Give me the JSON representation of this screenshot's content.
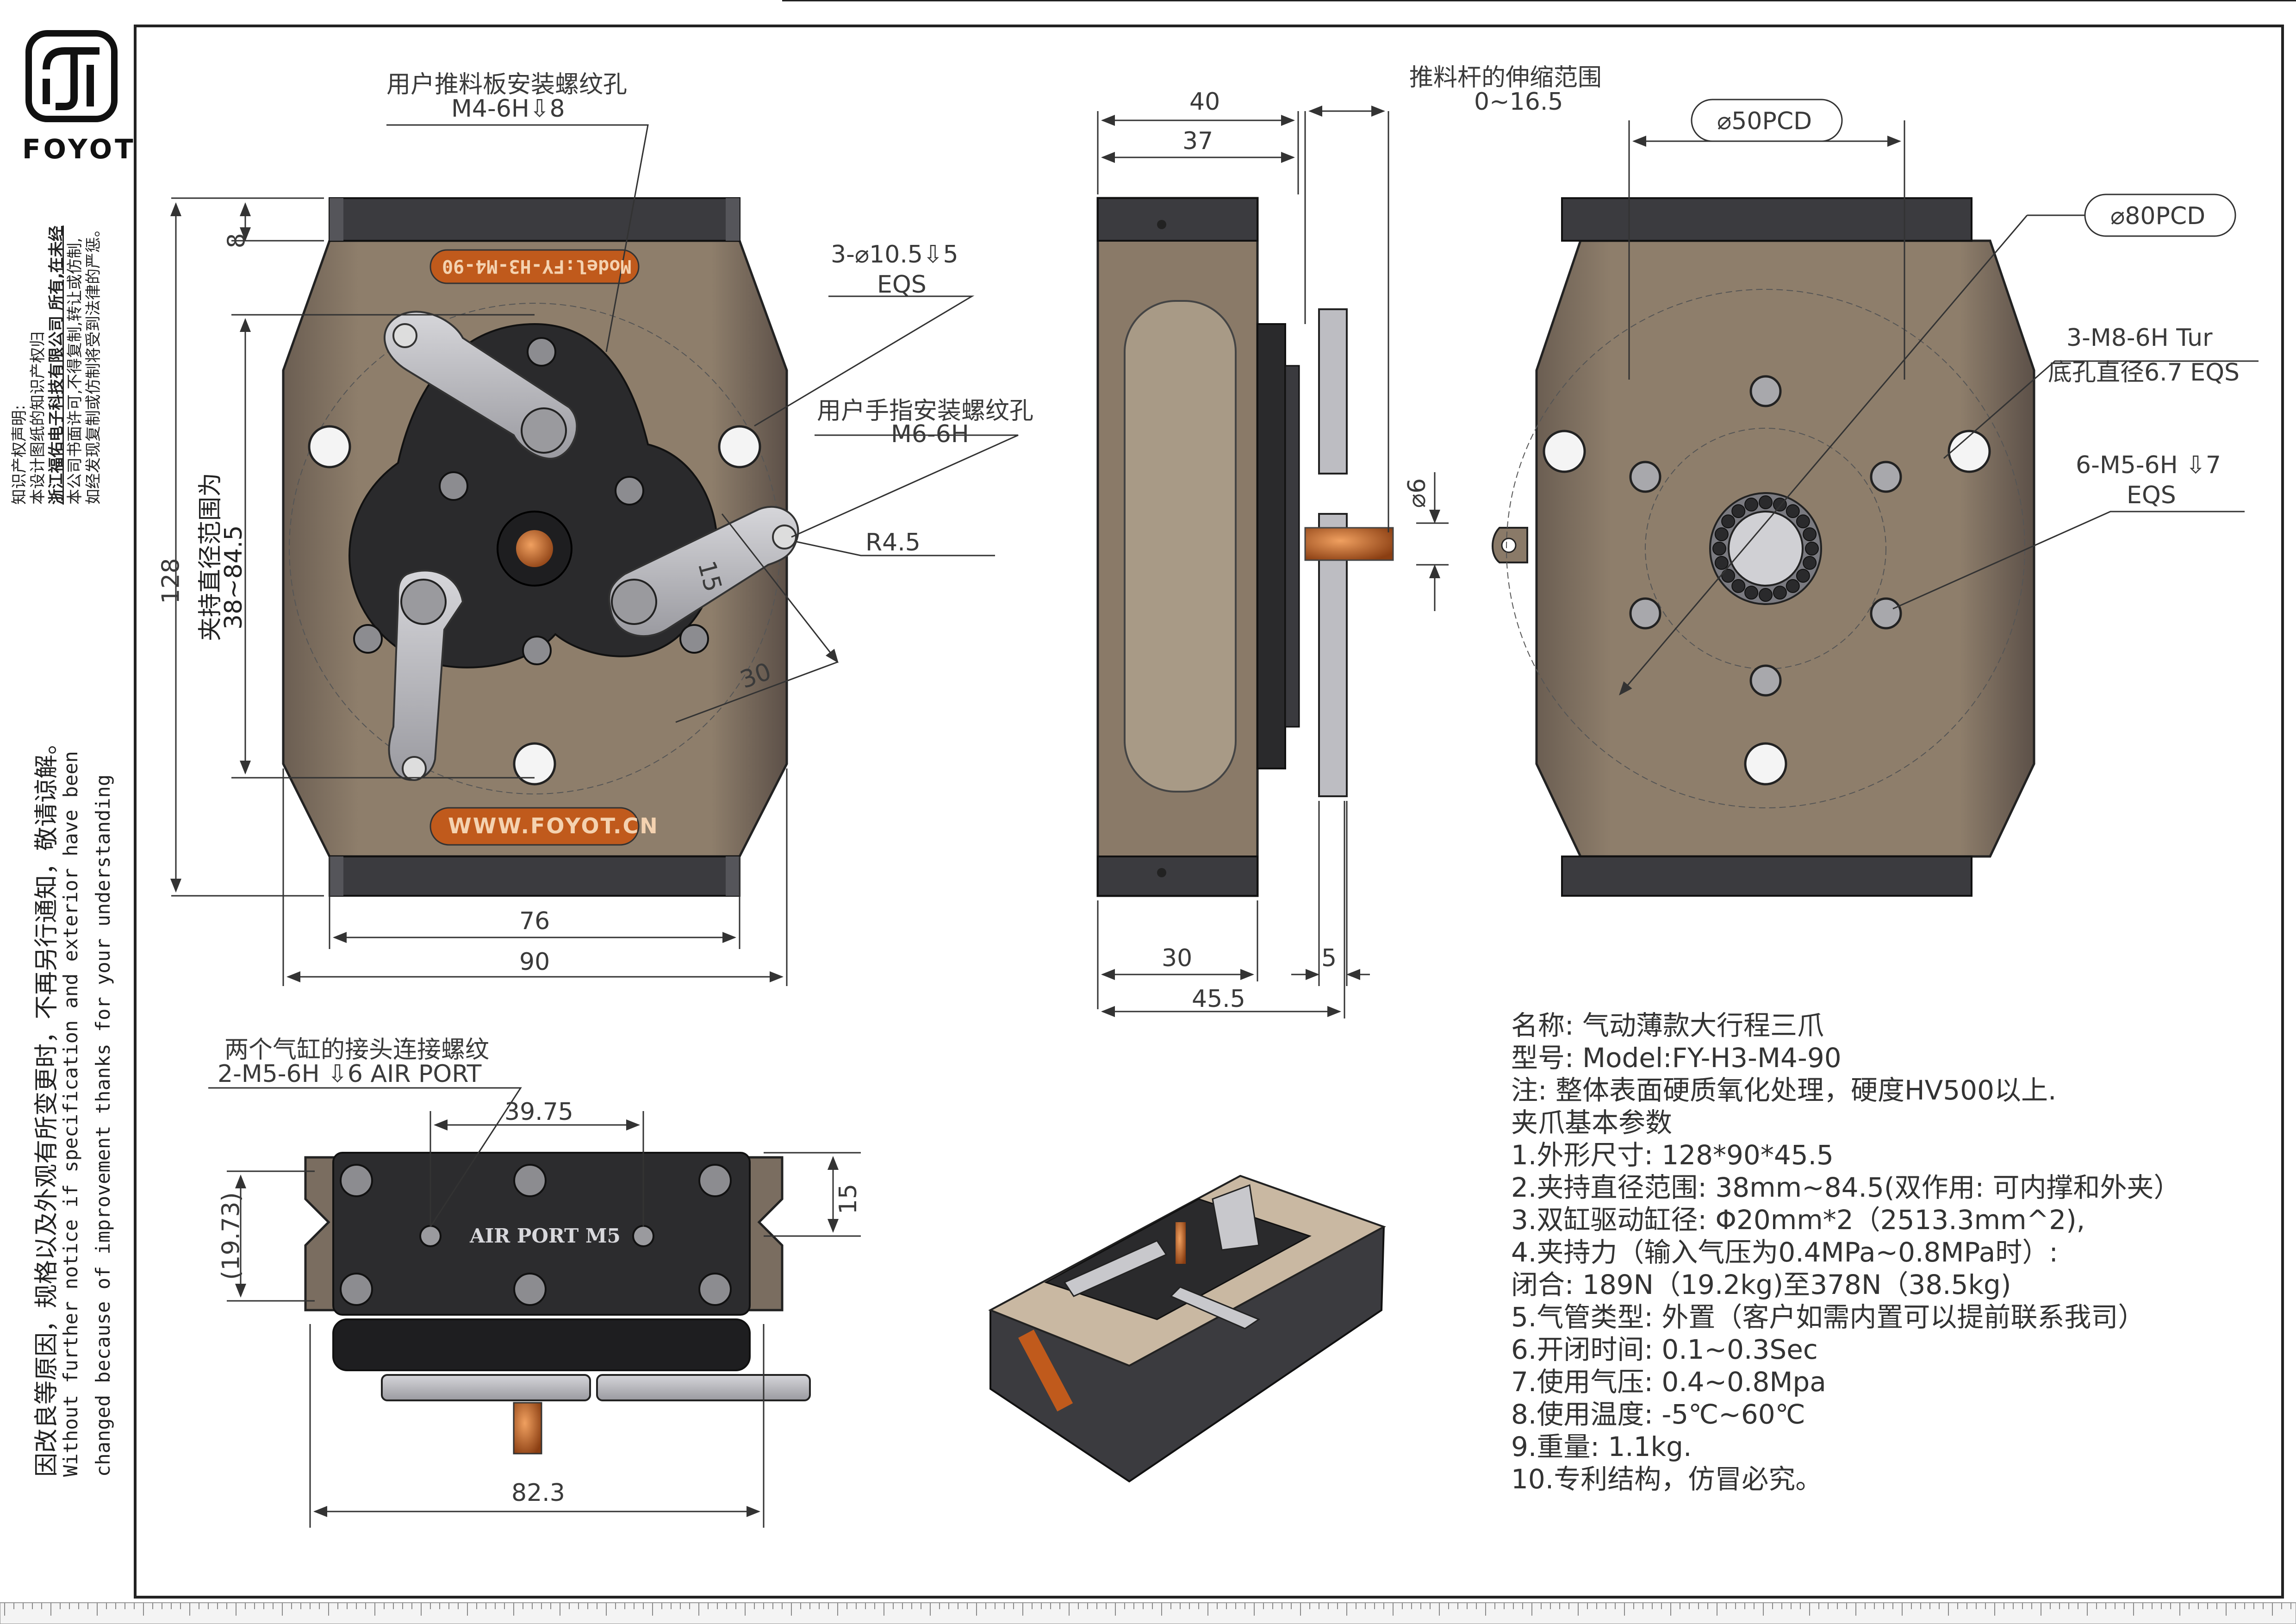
{
  "brand": {
    "logo_text": "FOYOT"
  },
  "sidebar": {
    "ip_notice": [
      "知识产权声明:",
      "本设计图纸的知识产权归",
      "浙江福佑电子科技有限公司 所有,在未经",
      "本公司书面许可,不得复制,转让或仿制,",
      "如经发现复制或仿制将受到法律的严惩。"
    ],
    "notice_cn": "因改良等原因，规格以及外观有所变更时，不再另行通知，敬请谅解。",
    "notice_en_1": "Without further  notice if specification and exterior have been",
    "notice_en_2": "changed because of improvement thanks for your understanding"
  },
  "front_view": {
    "label_mount_thread": "用户推料板安装螺纹孔",
    "label_mount_spec": "M4-6H⇩8",
    "label_hole": "3-⌀10.5⇩5",
    "label_hole_eqs": "EQS",
    "label_finger_thread": "用户手指安装螺纹孔",
    "label_finger_spec": "M6-6H",
    "label_r": "R4.5",
    "label_15": "15",
    "label_30": "30",
    "label_8": "8",
    "label_128": "128",
    "label_grip_range": "夹持直径范围为",
    "label_grip_value": "38~84.5",
    "label_76": "76",
    "label_90": "90",
    "plate_top": "Model:FY-H3-M4-90",
    "plate_bottom": "WWW.FOYOT.CN"
  },
  "side_view": {
    "label_stroke": "推料杆的伸缩范围",
    "label_stroke_value": "0~16.5",
    "label_40": "40",
    "label_37": "37",
    "label_d6": "⌀6",
    "label_30": "30",
    "label_5": "5",
    "label_45_5": "45.5"
  },
  "back_view": {
    "label_pcd50": "⌀50PCD",
    "label_pcd80": "⌀80PCD",
    "label_m8": "3-M8-6H   Tur",
    "label_m8_sub": "底孔直径6.7   EQS",
    "label_m5": "6-M5-6H  ⇩7",
    "label_m5_eqs": "EQS"
  },
  "bottom_view": {
    "label_port": "两个气缸的接头连接螺纹",
    "label_port_spec": "2-M5-6H  ⇩6  AIR  PORT",
    "label_39_75": "39.75",
    "label_15": "15",
    "label_19_73": "(19.73)",
    "label_82_3": "82.3",
    "plate": "AIR PORT M5"
  },
  "specs": [
    "名称:  气动薄款大行程三爪",
    "型号:  Model:FY-H3-M4-90",
    "注:  整体表面硬质氧化处理，硬度HV500以上.",
    "夹爪基本参数",
    "1.外形尺寸:  128*90*45.5",
    "2.夹持直径范围:  38mm~84.5(双作用:  可内撑和外夹）",
    "3.双缸驱动缸径:   Φ20mm*2（2513.3mm^2),",
    "4.夹持力（输入气压为0.4MPa~0.8MPa时）:",
    "闭合:  189N（19.2kg)至378N（38.5kg)",
    "5.气管类型:  外置（客户如需内置可以提前联系我司）",
    "6.开闭时间:  0.1~0.3Sec",
    "7.使用气压:  0.4~0.8Mpa",
    "8.使用温度:  -5℃~60℃",
    "9.重量:  1.1kg.",
    "10.专利结构，仿冒必究。"
  ],
  "colors": {
    "body_bronze": "#8a7a68",
    "body_dark": "#4a4a4e",
    "end_cap": "#3b3b3f",
    "piston_black": "#2a2a2c",
    "finger_silver": "#b9b9bd",
    "copper": "#c06a2a",
    "line": "#333333"
  }
}
